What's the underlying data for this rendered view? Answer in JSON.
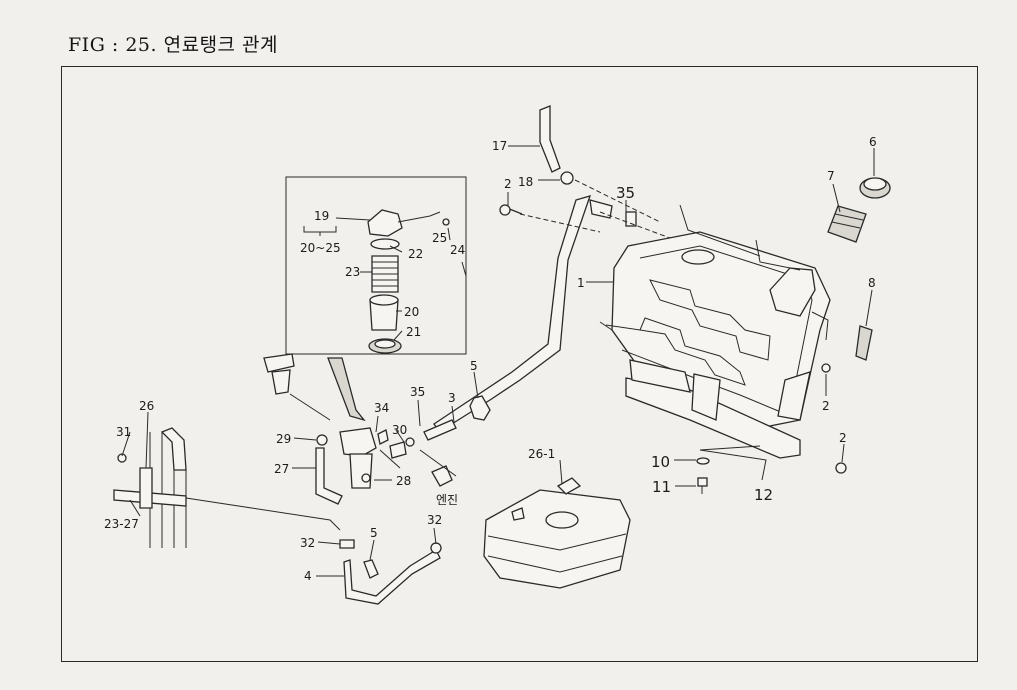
{
  "title": "FIG : 25. 연료탱크 관계",
  "callouts": [
    {
      "id": "c17",
      "text": "17"
    },
    {
      "id": "c18",
      "text": "18"
    },
    {
      "id": "c2a",
      "text": "2"
    },
    {
      "id": "c35a",
      "text": "35"
    },
    {
      "id": "c6",
      "text": "6"
    },
    {
      "id": "c7",
      "text": "7"
    },
    {
      "id": "c1",
      "text": "1"
    },
    {
      "id": "c8",
      "text": "8"
    },
    {
      "id": "c2b",
      "text": "2"
    },
    {
      "id": "c2c",
      "text": "2"
    },
    {
      "id": "c10",
      "text": "10"
    },
    {
      "id": "c11",
      "text": "11"
    },
    {
      "id": "c12",
      "text": "12"
    },
    {
      "id": "c19",
      "text": "19"
    },
    {
      "id": "c2025",
      "text": "20~25"
    },
    {
      "id": "c25",
      "text": "25"
    },
    {
      "id": "c24",
      "text": "24"
    },
    {
      "id": "c22",
      "text": "22"
    },
    {
      "id": "c23",
      "text": "23"
    },
    {
      "id": "c20",
      "text": "20"
    },
    {
      "id": "c21",
      "text": "21"
    },
    {
      "id": "c5a",
      "text": "5"
    },
    {
      "id": "c35b",
      "text": "35"
    },
    {
      "id": "c3",
      "text": "3"
    },
    {
      "id": "c34",
      "text": "34"
    },
    {
      "id": "c30",
      "text": "30"
    },
    {
      "id": "c29",
      "text": "29"
    },
    {
      "id": "c27",
      "text": "27"
    },
    {
      "id": "c28",
      "text": "28"
    },
    {
      "id": "c26",
      "text": "26"
    },
    {
      "id": "c31",
      "text": "31"
    },
    {
      "id": "c2327",
      "text": "23-27"
    },
    {
      "id": "c32a",
      "text": "32"
    },
    {
      "id": "c32b",
      "text": "32"
    },
    {
      "id": "c5b",
      "text": "5"
    },
    {
      "id": "c4",
      "text": "4"
    },
    {
      "id": "c261",
      "text": "26-1"
    },
    {
      "id": "engine",
      "text": "엔진"
    }
  ]
}
